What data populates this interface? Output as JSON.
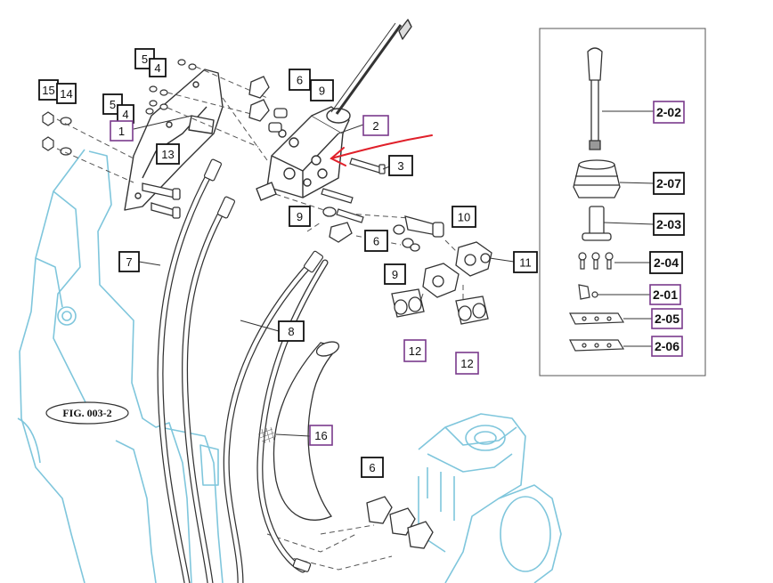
{
  "colors": {
    "frame": "#7fc6dc",
    "line": "#333333",
    "black_label": "#111111",
    "purple_label": "#7a3a8c",
    "arrow": "#e0202a"
  },
  "figure_ref": "FIG. 003-2",
  "labels": [
    {
      "id": "15",
      "text": "15",
      "style": "black"
    },
    {
      "id": "14",
      "text": "14",
      "style": "black"
    },
    {
      "id": "5a",
      "text": "5",
      "style": "black"
    },
    {
      "id": "4a",
      "text": "4",
      "style": "black"
    },
    {
      "id": "5b",
      "text": "5",
      "style": "black"
    },
    {
      "id": "4b",
      "text": "4",
      "style": "black"
    },
    {
      "id": "1",
      "text": "1",
      "style": "purple"
    },
    {
      "id": "13",
      "text": "13",
      "style": "black"
    },
    {
      "id": "6a",
      "text": "6",
      "style": "black"
    },
    {
      "id": "9a",
      "text": "9",
      "style": "black"
    },
    {
      "id": "2",
      "text": "2",
      "style": "purple"
    },
    {
      "id": "3",
      "text": "3",
      "style": "black"
    },
    {
      "id": "9b",
      "text": "9",
      "style": "black"
    },
    {
      "id": "10",
      "text": "10",
      "style": "black"
    },
    {
      "id": "6b",
      "text": "6",
      "style": "black"
    },
    {
      "id": "7",
      "text": "7",
      "style": "black"
    },
    {
      "id": "11",
      "text": "11",
      "style": "black"
    },
    {
      "id": "9c",
      "text": "9",
      "style": "black"
    },
    {
      "id": "8",
      "text": "8",
      "style": "black"
    },
    {
      "id": "12a",
      "text": "12",
      "style": "purple"
    },
    {
      "id": "12b",
      "text": "12",
      "style": "purple"
    },
    {
      "id": "16",
      "text": "16",
      "style": "purple"
    },
    {
      "id": "6c",
      "text": "6",
      "style": "black"
    }
  ],
  "inset": {
    "labels": [
      {
        "id": "2-02",
        "text": "2-02",
        "style": "purple"
      },
      {
        "id": "2-07",
        "text": "2-07",
        "style": "black"
      },
      {
        "id": "2-03",
        "text": "2-03",
        "style": "black"
      },
      {
        "id": "2-04",
        "text": "2-04",
        "style": "black"
      },
      {
        "id": "2-01",
        "text": "2-01",
        "style": "purple"
      },
      {
        "id": "2-05",
        "text": "2-05",
        "style": "purple"
      },
      {
        "id": "2-06",
        "text": "2-06",
        "style": "purple"
      }
    ]
  }
}
